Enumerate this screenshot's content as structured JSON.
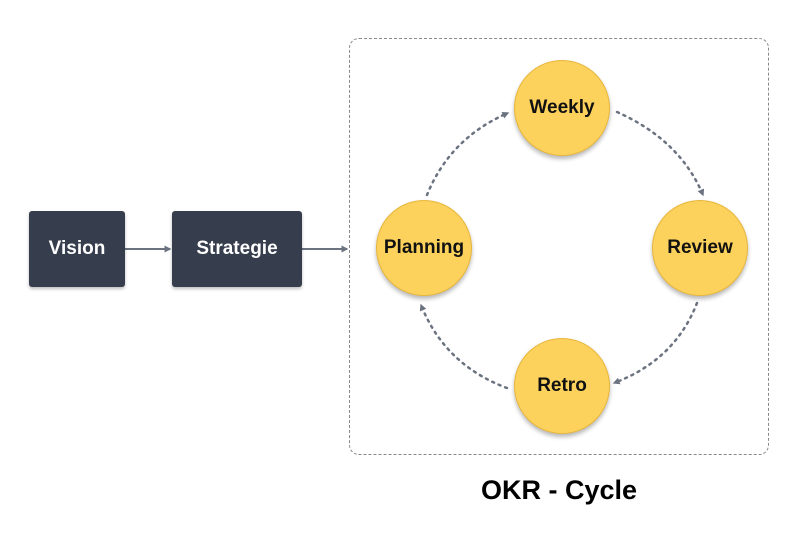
{
  "left_flow": {
    "vision": "Vision",
    "strategie": "Strategie"
  },
  "cycle": {
    "nodes": {
      "weekly": "Weekly",
      "review": "Review",
      "retro": "Retro",
      "planning": "Planning"
    },
    "caption": "OKR - Cycle"
  },
  "colors": {
    "box_fill": "#363d4c",
    "node_fill": "#fcd25c",
    "arrow": "#6b7380"
  }
}
